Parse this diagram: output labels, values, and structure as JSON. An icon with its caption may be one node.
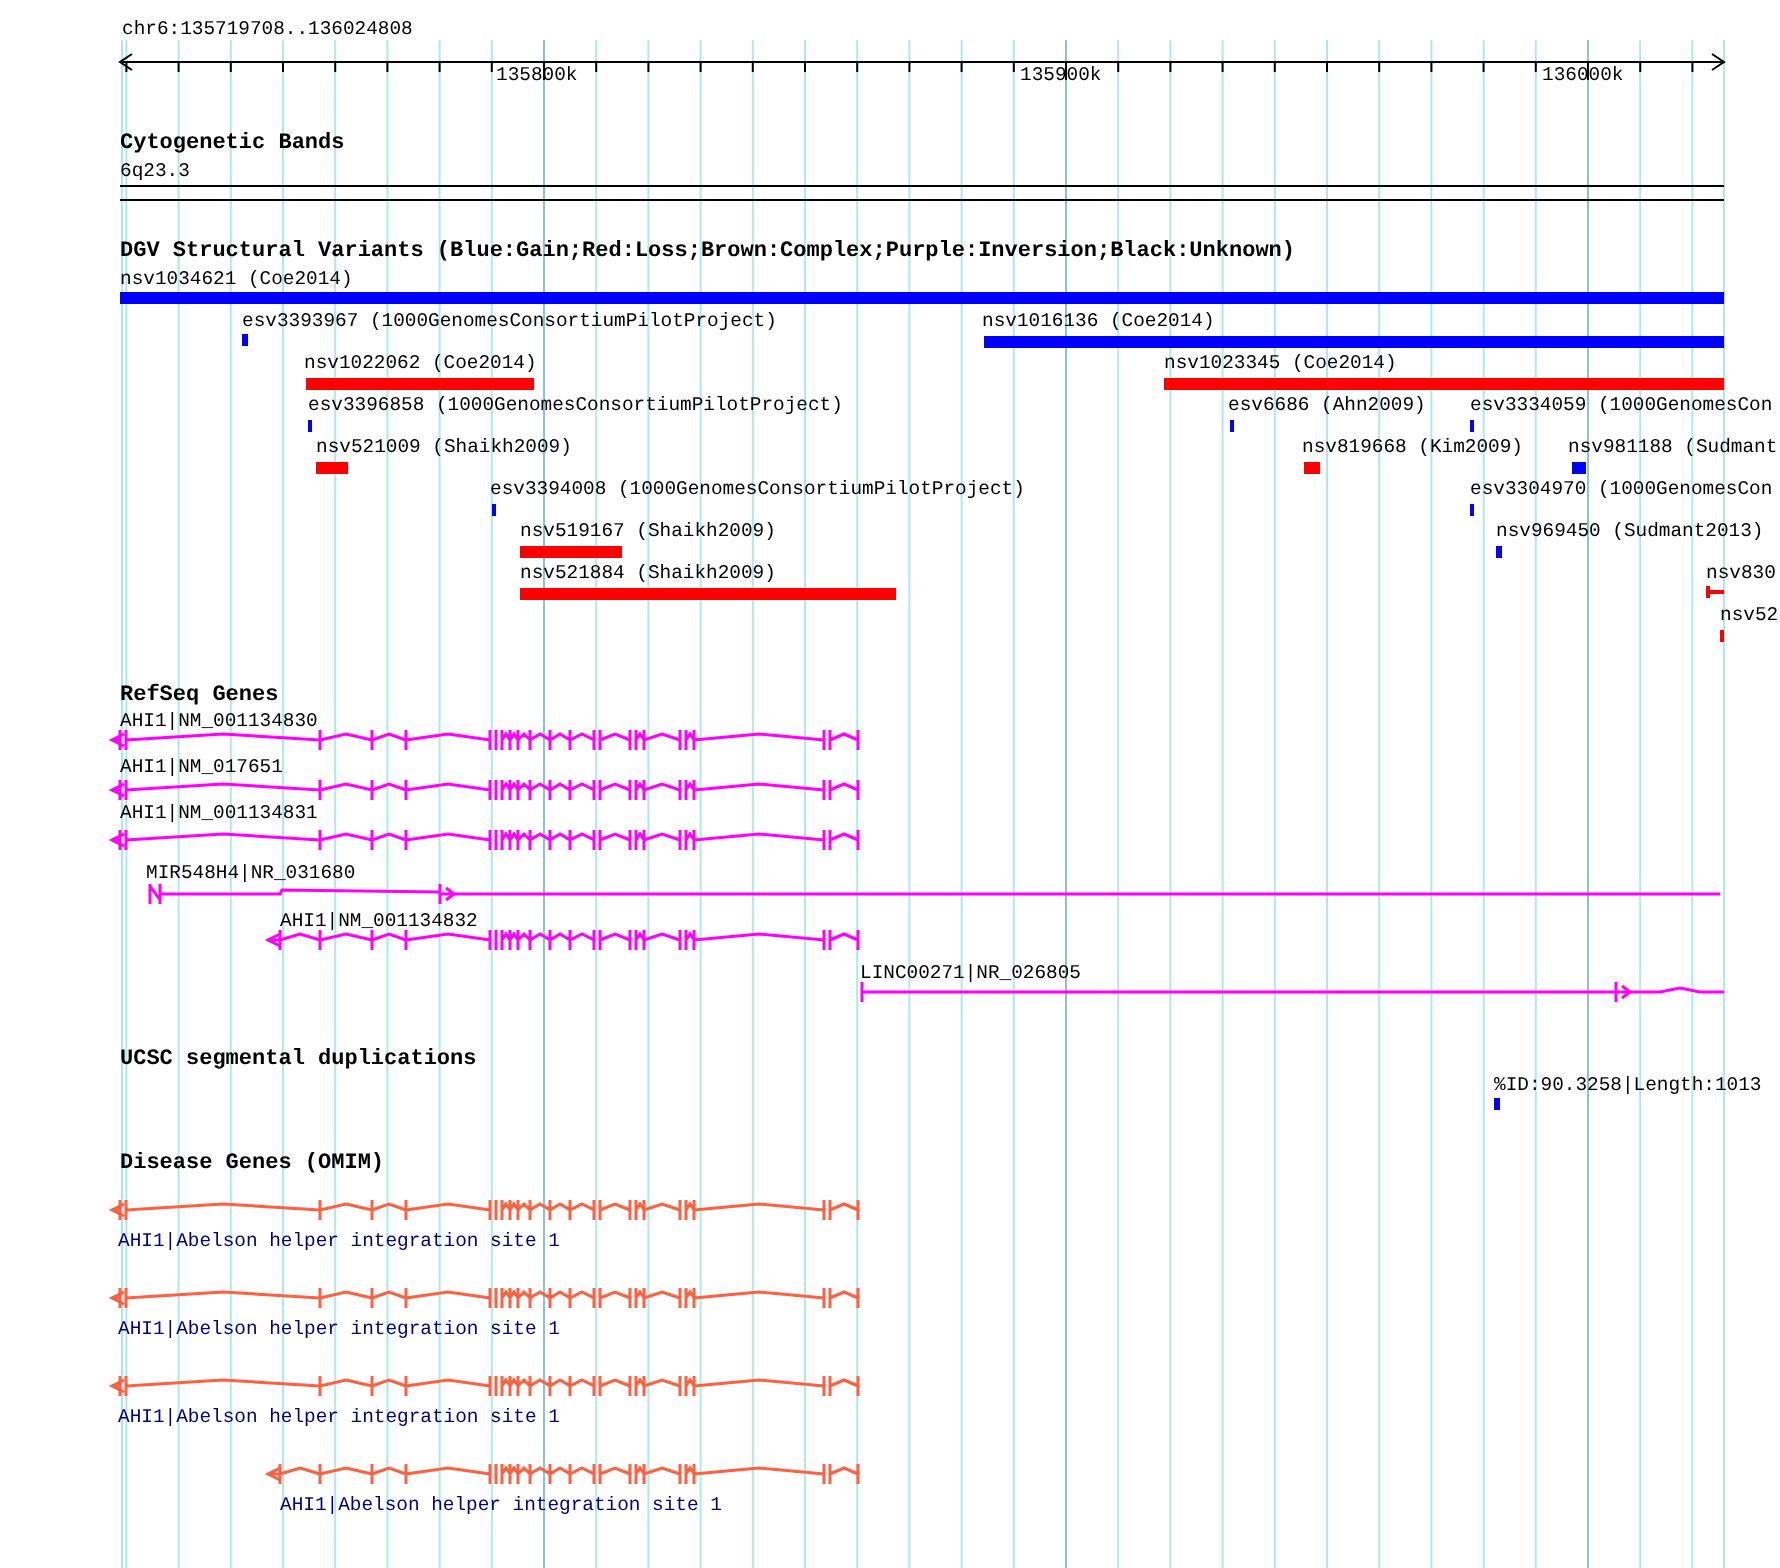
{
  "diagram": {
    "labels": [
      "chr6:135719708..136024808",
      "135800k",
      "135900k",
      "136000k",
      "Cytogenetic Bands",
      "6q23.3",
      "DGV Structural Variants (Blue:Gain;Red:Loss;Brown:Complex;Purple:Inversion;Black:Unknown)",
      "nsv1034621 (Coe2014)",
      "esv3393967 (1000GenomesConsortiumPilotProject)",
      "nsv1016136 (Coe2014)",
      "nsv1022062 (Coe2014)",
      "nsv1023345 (Coe2014)",
      "esv3396858 (1000GenomesConsortiumPilotProject)",
      "esv6686 (Ahn2009)",
      "esv3334059 (1000GenomesCon",
      "nsv521009 (Shaikh2009)",
      "nsv819668 (Kim2009)",
      "nsv981188 (Sudmant",
      "esv3394008 (1000GenomesConsortiumPilotProject)",
      "esv3304970 (1000GenomesCon",
      "nsv519167 (Shaikh2009)",
      "nsv969450 (Sudmant2013)",
      "nsv521884 (Shaikh2009)",
      "nsv830",
      "nsv52",
      "RefSeq Genes",
      "AHI1|NM_001134830",
      "AHI1|NM_017651",
      "AHI1|NM_001134831",
      "MIR548H4|NR_031680",
      "AHI1|NM_001134832",
      "LINC00271|NR_026805",
      "UCSC segmental duplications",
      "%ID:90.3258|Length:1013",
      "Disease Genes (OMIM)",
      "AHI1|Abelson helper integration site 1",
      "AHI1|Abelson helper integration site 1",
      "AHI1|Abelson helper integration site 1",
      "AHI1|Abelson helper integration site 1"
    ]
  }
}
